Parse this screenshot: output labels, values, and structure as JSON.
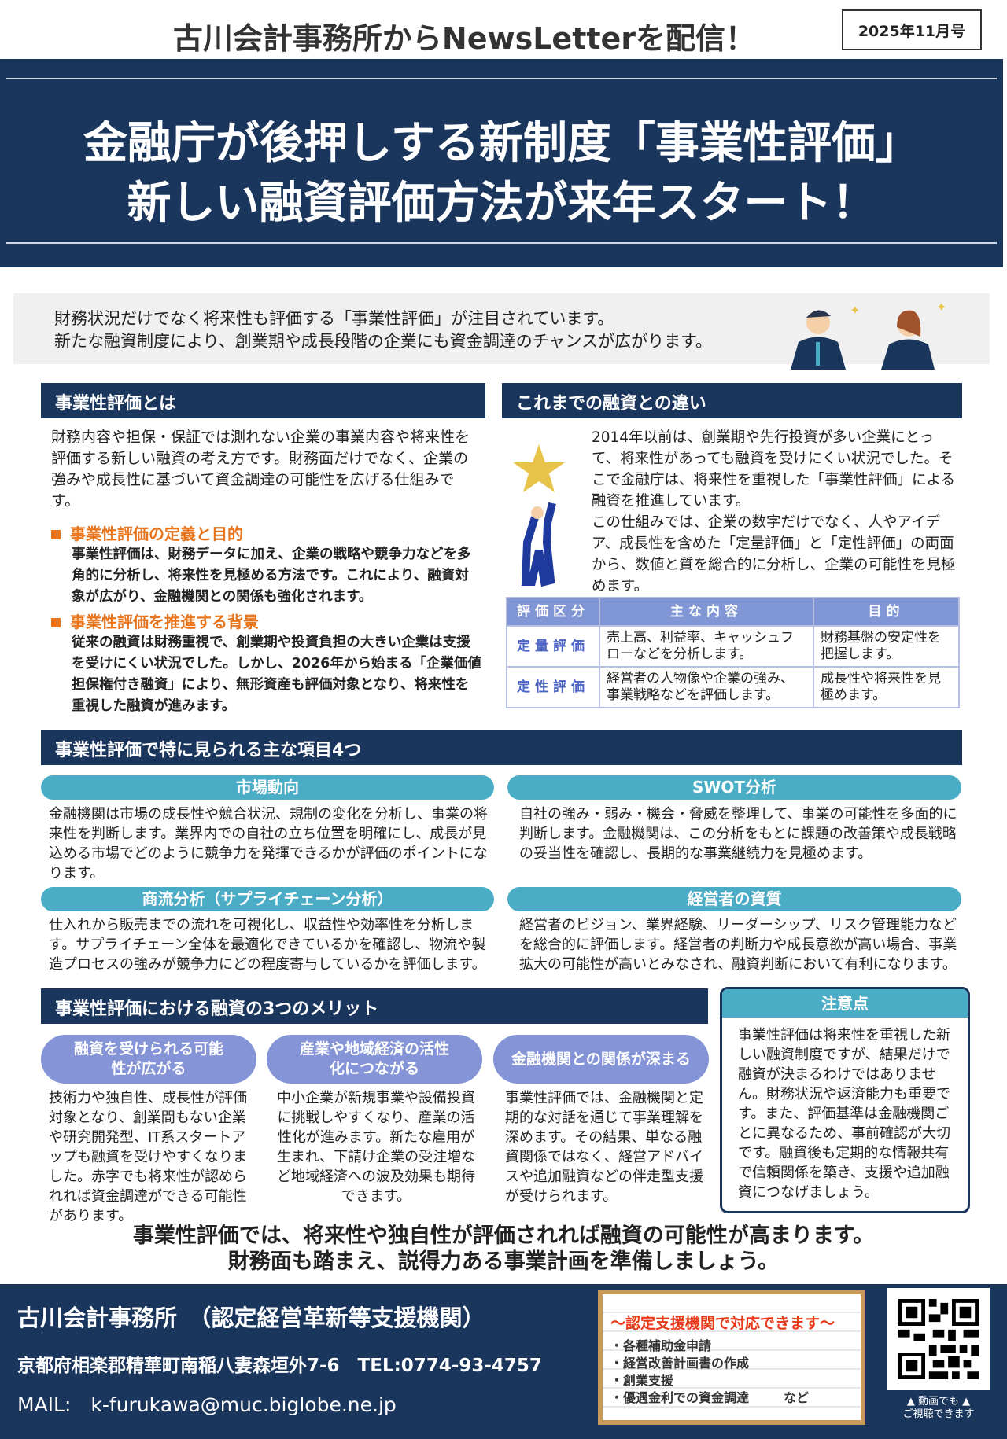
{
  "header": {
    "title": "古川会計事務所からNewsLetterを配信！",
    "issue": "2025年11月号"
  },
  "banner": {
    "line1": "金融庁が後押しする新制度「事業性評価」",
    "line2": "新しい融資評価方法が来年スタート！"
  },
  "intro": {
    "line1": "財務状況だけでなく将来性も評価する「事業性評価」が注目されています。",
    "line2": "新たな融資制度により、創業期や成長段階の企業にも資金調達のチャンスが広がります。"
  },
  "about": {
    "heading": "事業性評価とは",
    "text": "財務内容や担保・保証では測れない企業の事業内容や将来性を評価する新しい融資の考え方です。財務面だけでなく、企業の強みや成長性に基づいて資金調達の可能性を広げる仕組みです。",
    "points": [
      {
        "title": "事業性評価の定義と目的",
        "text": "事業性評価は、財務データに加え、企業の戦略や競争力などを多角的に分析し、将来性を見極める方法です。これにより、融資対象が広がり、金融機関との関係も強化されます。"
      },
      {
        "title": "事業性評価を推進する背景",
        "text": "従来の融資は財務重視で、創業期や投資負担の大きい企業は支援を受けにくい状況でした。しかし、2026年から始まる「企業価値担保権付き融資」により、無形資産も評価対象となり、将来性を重視した融資が進みます。"
      }
    ]
  },
  "diff": {
    "heading": "これまでの融資との違い",
    "p1": "2014年以前は、創業期や先行投資が多い企業にとって、将来性があっても融資を受けにくい状況でした。そこで金融庁は、将来性を重視した「事業性評価」による融資を推進しています。",
    "p2": "この仕組みでは、企業の数字だけでなく、人やアイデア、成長性を含めた「定量評価」と「定性評価」の両面から、数値と質を総合的に分析し、企業の可能性を見極めます。",
    "table": {
      "headers": [
        "評価区分",
        "主な内容",
        "目的"
      ],
      "rows": [
        [
          "定量評価",
          "売上高、利益率、キャッシュフローなどを分析します。",
          "財務基盤の安定性を把握します。"
        ],
        [
          "定性評価",
          "経営者の人物像や企業の強み、事業戦略などを評価します。",
          "成長性や将来性を見極めます。"
        ]
      ]
    }
  },
  "items": {
    "heading": "事業性評価で特に見られる主な項目4つ",
    "list": [
      {
        "title": "市場動向",
        "text": "金融機関は市場の成長性や競合状況、規制の変化を分析し、事業の将来性を判断します。業界内での自社の立ち位置を明確にし、成長が見込める市場でどのように競争力を発揮できるかが評価のポイントになります。"
      },
      {
        "title": "SWOT分析",
        "text": "自社の強み・弱み・機会・脅威を整理して、事業の可能性を多面的に判断します。金融機関は、この分析をもとに課題の改善策や成長戦略の妥当性を確認し、長期的な事業継続力を見極めます。"
      },
      {
        "title": "商流分析（サプライチェーン分析）",
        "text": "仕入れから販売までの流れを可視化し、収益性や効率性を分析します。サプライチェーン全体を最適化できているかを確認し、物流や製造プロセスの強みが競争力にどの程度寄与しているかを評価します。"
      },
      {
        "title": "経営者の資質",
        "text": "経営者のビジョン、業界経験、リーダーシップ、リスク管理能力などを総合的に評価します。経営者の判断力や成長意欲が高い場合、事業拡大の可能性が高いとみなされ、融資判断において有利になります。"
      }
    ]
  },
  "merits": {
    "heading": "事業性評価における融資の3つのメリット",
    "list": [
      {
        "title": "融資を受けられる可能性が広がる",
        "text": "技術力や独自性、成長性が評価対象となり、創業間もない企業や研究開発型、IT系スタートアップも融資を受けやすくなりました。赤字でも将来性が認められれば資金調達ができる可能性があります。"
      },
      {
        "title": "産業や地域経済の活性化につながる",
        "text": "中小企業が新規事業や設備投資に挑戦しやすくなり、産業の活性化が進みます。新たな雇用が生まれ、下請け企業の受注増など地域経済への波及効果も期待できます。"
      },
      {
        "title": "金融機関との関係が深まる",
        "text": "事業性評価では、金融機関と定期的な対話を通じて事業理解を深めます。その結果、単なる融資関係ではなく、経営アドバイスや追加融資などの伴走型支援が受けられます。"
      }
    ]
  },
  "notice": {
    "heading": "注意点",
    "text": "事業性評価は将来性を重視した新しい融資制度ですが、結果だけで融資が決まるわけではありません。財務状況や返済能力も重要です。また、評価基準は金融機関ごとに異なるため、事前確認が大切です。融資後も定期的な情報共有で信頼関係を築き、支援や追加融資につなげましょう。"
  },
  "closing": {
    "line1": "事業性評価では、将来性や独自性が評価されれば融資の可能性が高まります。",
    "line2": "財務面も踏まえ、説得力ある事業計画を準備しましょう。"
  },
  "footer": {
    "name": "古川会計事務所　（認定経営革新等支援機関）",
    "address": "京都府相楽郡精華町南稲八妻森垣外7-6　TEL:0774-93-4757",
    "mail": "MAIL:　k-furukawa@muc.biglobe.ne.jp",
    "note_title": "～認定支援機関で対応できます～",
    "services": [
      "・各種補助金申請",
      "・経営改善計画書の作成",
      "・創業支援",
      "・優遇金利での資金調達"
    ],
    "services_suffix": "など",
    "qr_caption1": "▲ 動画でも ▲",
    "qr_caption2": "ご視聴できます"
  },
  "colors": {
    "navy": "#1b365d",
    "teal": "#4bacc6",
    "lavender": "#8494d6",
    "orange": "#e8741c"
  }
}
